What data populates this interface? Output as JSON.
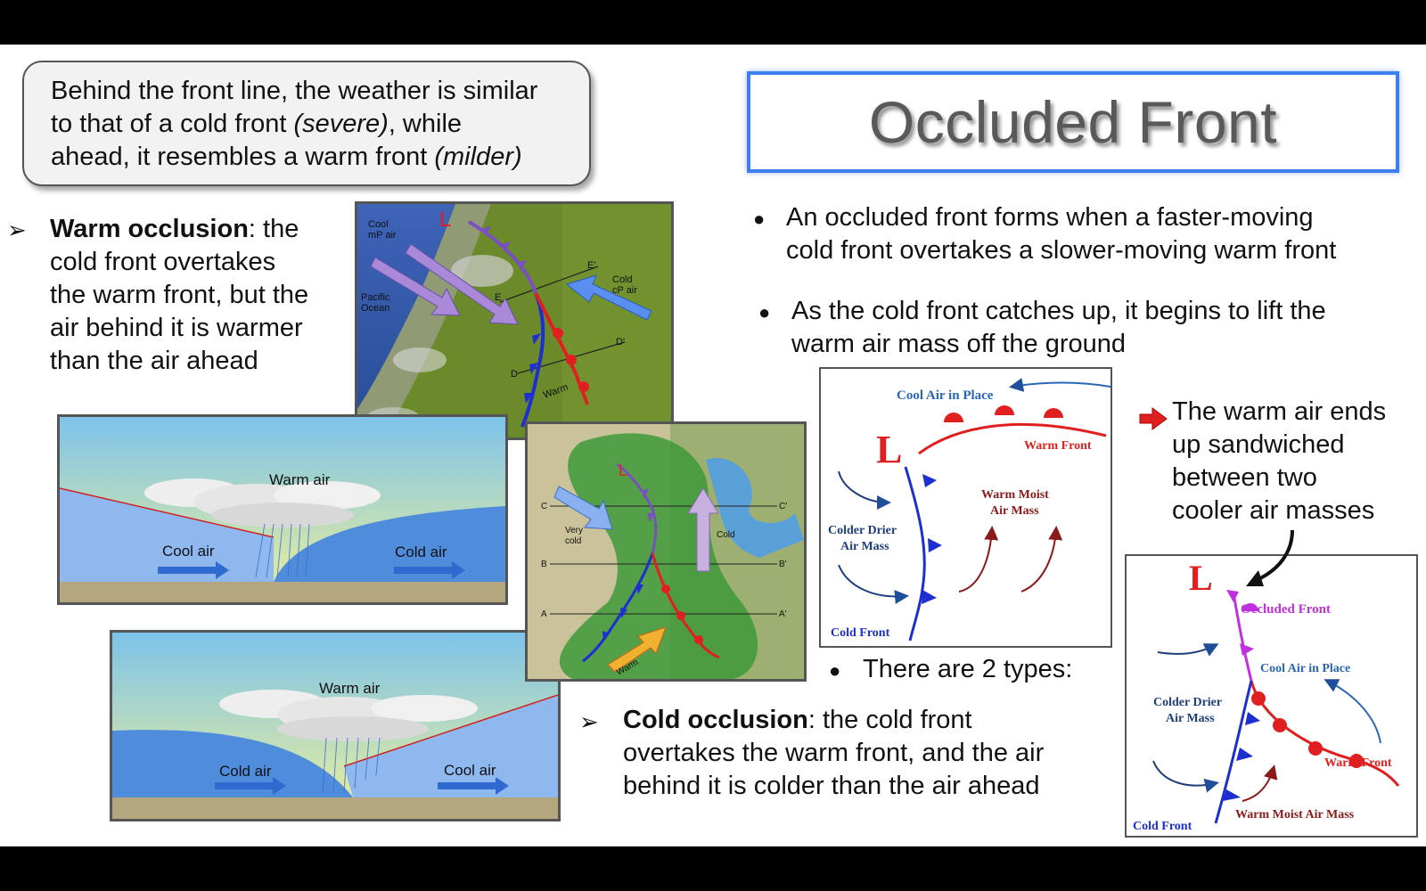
{
  "callout": {
    "line1": "Behind the front line, the weather is similar",
    "line2a": "to that of a cold front ",
    "line2b": "(severe)",
    "line2c": ", while",
    "line3a": "ahead, it resembles a warm front ",
    "line3b": "(milder)"
  },
  "title": "Occluded Front",
  "warm_occlusion": {
    "bullet": "➢",
    "term": "Warm occlusion",
    "lines": [
      ": the",
      "cold front overtakes",
      "the warm front, but the",
      "air behind it is warmer",
      "than the air ahead"
    ]
  },
  "bullets": {
    "b1": [
      "An occluded front forms when a faster-moving",
      "cold front overtakes a slower-moving warm front"
    ],
    "b2": [
      "As the cold front catches up, it begins to lift the",
      "warm air mass off the ground"
    ],
    "b3": "There are 2 types:"
  },
  "sandwich": {
    "lines": [
      "The warm air ends",
      "up sandwiched",
      "between two",
      "cooler air masses"
    ]
  },
  "cold_occlusion": {
    "bullet": "➢",
    "term": "Cold occlusion",
    "lines": [
      ": the cold front",
      "overtakes the warm front, and the air",
      "behind it is colder than the air ahead"
    ]
  },
  "map1": {
    "L": "L",
    "cool_mp": [
      "Cool",
      "mP air"
    ],
    "pacific": [
      "Pacific",
      "Ocean"
    ],
    "cold_cp": [
      "Cold",
      "cP air"
    ],
    "E": "E",
    "E2": "E'",
    "D": "D",
    "D2": "D'",
    "warm": "Warm"
  },
  "map2": {
    "L": "L",
    "very_cold": [
      "Very",
      "cold"
    ],
    "cold": "Cold",
    "warm": "Warm",
    "C": "C",
    "C2": "C'",
    "B": "B",
    "B2": "B'",
    "A": "A",
    "A2": "A'"
  },
  "xsec_warm": {
    "warm_air": "Warm air",
    "cool_air": "Cool air",
    "cold_air": "Cold air"
  },
  "xsec_cold": {
    "warm_air": "Warm air",
    "cold_air": "Cold air",
    "cool_air": "Cool air"
  },
  "diagram1": {
    "cool_air": "Cool Air in Place",
    "L": "L",
    "warm_front": "Warm Front",
    "colder_drier": [
      "Colder Drier",
      "Air Mass"
    ],
    "warm_moist": [
      "Warm Moist",
      "Air Mass"
    ],
    "cold_front": "Cold Front"
  },
  "diagram2": {
    "L": "L",
    "occluded": "Occluded Front",
    "cool_air": "Cool Air in Place",
    "colder_drier": [
      "Colder Drier",
      "Air Mass"
    ],
    "warm_front": "Warm Front",
    "cold_front": "Cold Front",
    "warm_moist": "Warm Moist Air Mass"
  },
  "colors": {
    "title_border": "#3d7ef0",
    "cold_blue": "#1d2fd0",
    "warm_red": "#e02020",
    "occluded_purple": "#c030e0"
  }
}
